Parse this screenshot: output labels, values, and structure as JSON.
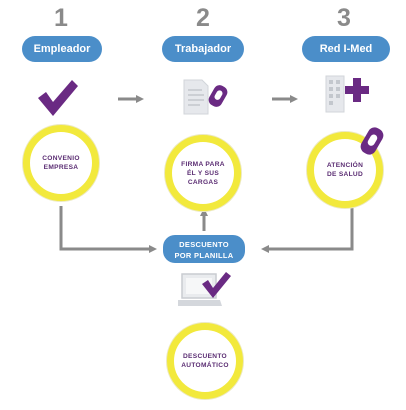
{
  "steps": [
    {
      "number": "1",
      "title": "Empleador",
      "circle_text": "CONVENIO\nEMPRESA",
      "icon": "checkmark-icon"
    },
    {
      "number": "2",
      "title": "Trabajador",
      "circle_text": "FIRMA PARA\nÉL Y SUS\nCARGAS",
      "icon": "document-card-icon"
    },
    {
      "number": "3",
      "title": "Red I-Med",
      "circle_text": "ATENCIÓN\nDE SALUD",
      "icon": "medical-building-icon"
    }
  ],
  "center": {
    "pill_text": "DESCUENTO\nPOR PLANILLA",
    "icon": "laptop-check-icon",
    "circle_text": "DESCUENTO\nAUTOMÁTICO"
  },
  "colors": {
    "pill_blue": "#4b8ec9",
    "circle_yellow": "#f2e93c",
    "purple": "#6a2a83",
    "arrow_gray": "#8a8a8a"
  }
}
